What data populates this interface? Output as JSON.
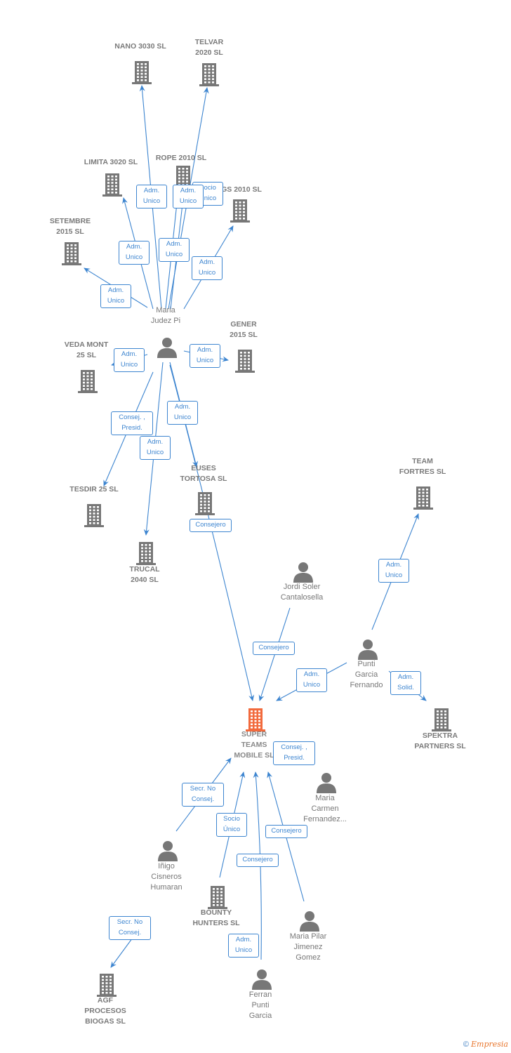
{
  "colors": {
    "edge": "#3d85d0",
    "building": "#777777",
    "focus_building": "#f26a3d",
    "person": "#777777"
  },
  "nodes": [
    {
      "id": "nano",
      "type": "company",
      "label": "NANO 3030 SL"
    },
    {
      "id": "telvar",
      "type": "company",
      "label": "TELVAR\n2020 SL"
    },
    {
      "id": "limita",
      "type": "company",
      "label": "LIMITA 3020 SL"
    },
    {
      "id": "rope",
      "type": "company",
      "label": "ROPE 2010  SL"
    },
    {
      "id": "gs",
      "type": "company",
      "label": "GS 2010 SL"
    },
    {
      "id": "setembre",
      "type": "company",
      "label": "SETEMBRE\n2015  SL"
    },
    {
      "id": "maria",
      "type": "person",
      "label": "Maria\nJudez Pi"
    },
    {
      "id": "veda",
      "type": "company",
      "label": "VEDA MONT\n25  SL"
    },
    {
      "id": "gener",
      "type": "company",
      "label": "GENER\n2015  SL"
    },
    {
      "id": "tesdir",
      "type": "company",
      "label": "TESDIR 25  SL"
    },
    {
      "id": "euses",
      "type": "company",
      "label": "EUSES\nTORTOSA SL"
    },
    {
      "id": "trucal",
      "type": "company",
      "label": "TRUCAL\n2040 SL"
    },
    {
      "id": "team",
      "type": "company",
      "label": "TEAM\nFORTRES  SL"
    },
    {
      "id": "jordi",
      "type": "person",
      "label": "Jordi Soler\nCantalosella"
    },
    {
      "id": "punti",
      "type": "person",
      "label": "Punti\nGarcia\nFernando"
    },
    {
      "id": "super",
      "type": "company",
      "label": "SUPER\nTEAMS\nMOBILE  SL",
      "focus": true
    },
    {
      "id": "spektra",
      "type": "company",
      "label": "SPEKTRA\nPARTNERS  SL"
    },
    {
      "id": "mcarmen",
      "type": "person",
      "label": "Maria\nCarmen\nFernandez..."
    },
    {
      "id": "inigo",
      "type": "person",
      "label": "Iñigo\nCisneros\nHumaran"
    },
    {
      "id": "bounty",
      "type": "company",
      "label": "BOUNTY\nHUNTERS  SL"
    },
    {
      "id": "mpilar",
      "type": "person",
      "label": "Maria Pilar\nJimenez\nGomez"
    },
    {
      "id": "ferran",
      "type": "person",
      "label": "Ferran\nPunti\nGarcia"
    },
    {
      "id": "agf",
      "type": "company",
      "label": "AGF\nPROCESOS\nBIOGAS  SL"
    }
  ],
  "edges": [
    {
      "from": "maria",
      "to": "nano",
      "label": "Adm.\nUnico"
    },
    {
      "from": "maria",
      "to": "telvar",
      "label": "Socio\nÚnico"
    },
    {
      "from": "maria",
      "to": "rope",
      "label": "Adm.\nUnico"
    },
    {
      "from": "maria",
      "to": "limita",
      "label": "Adm.\nUnico"
    },
    {
      "from": "maria",
      "to": "gs",
      "label": "Adm.\nUnico"
    },
    {
      "from": "maria",
      "to": "rope",
      "label": "Adm.\nUnico"
    },
    {
      "from": "maria",
      "to": "setembre",
      "label": "Adm.\nUnico"
    },
    {
      "from": "maria",
      "to": "veda",
      "label": "Adm.\nUnico"
    },
    {
      "from": "maria",
      "to": "gener",
      "label": "Adm.\nUnico"
    },
    {
      "from": "maria",
      "to": "tesdir",
      "label": "Consej. ,\nPresid."
    },
    {
      "from": "maria",
      "to": "euses",
      "label": "Adm.\nUnico"
    },
    {
      "from": "maria",
      "to": "trucal",
      "label": "Adm.\nUnico"
    },
    {
      "from": "maria",
      "to": "super",
      "label": "Consejero"
    },
    {
      "from": "jordi",
      "to": "super",
      "label": "Consejero"
    },
    {
      "from": "punti",
      "to": "team",
      "label": "Adm.\nUnico"
    },
    {
      "from": "punti",
      "to": "super",
      "label": "Adm.\nUnico"
    },
    {
      "from": "punti",
      "to": "spektra",
      "label": "Adm.\nSolid."
    },
    {
      "from": "mcarmen",
      "to": "super",
      "label": "Consej. ,\nPresid."
    },
    {
      "from": "inigo",
      "to": "super",
      "label": "Secr.  No\nConsej."
    },
    {
      "from": "bounty",
      "to": "super",
      "label": "Socio\nÚnico"
    },
    {
      "from": "ferran",
      "to": "super",
      "label": "Consejero"
    },
    {
      "from": "mpilar",
      "to": "super",
      "label": "Consejero"
    },
    {
      "from": "ferran",
      "to": "bounty",
      "label": "Adm.\nUnico"
    },
    {
      "from": "inigo",
      "to": "agf",
      "label": "Secr.  No\nConsej."
    }
  ],
  "footer": {
    "copyright": "©",
    "brand": "Empresia"
  }
}
